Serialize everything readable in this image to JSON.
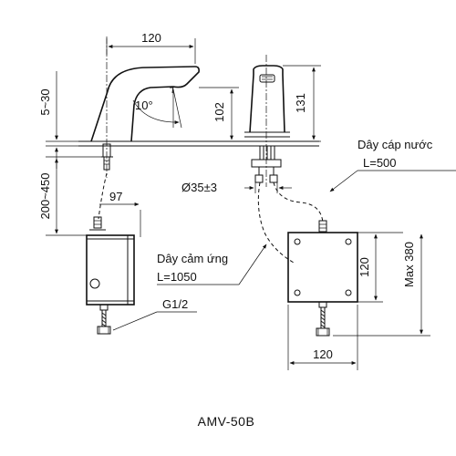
{
  "dimensions": {
    "top_width": "120",
    "deck_height": "5~30",
    "angle": "10°",
    "spout_height": "102",
    "total_height": "131",
    "hole_dia": "Ø35±3",
    "hose_reach": "200~450",
    "offset": "97",
    "box_height": "120",
    "box_max": "Max 380",
    "thread": "G1/2",
    "box_width": "120"
  },
  "notes": {
    "supply_cable_title": "Dây cáp nước",
    "supply_cable_length": "L=500",
    "sensor_cable_title": "Dây cảm ứng",
    "sensor_cable_length": "L=1050"
  },
  "model": "AMV-50B"
}
